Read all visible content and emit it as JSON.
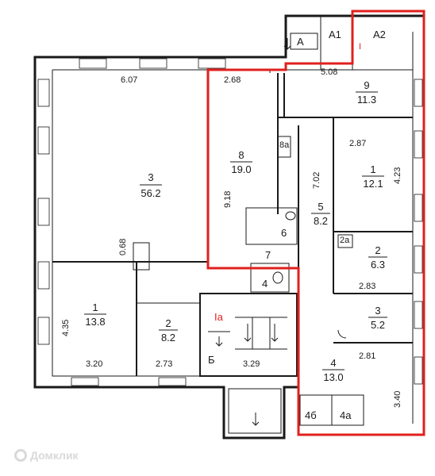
{
  "plan": {
    "rooms": [
      {
        "id": "3",
        "area": "56.2"
      },
      {
        "id": "8",
        "area": "19.0"
      },
      {
        "id": "9",
        "area": "11.3"
      },
      {
        "id": "1",
        "area": "12.1"
      },
      {
        "id": "5",
        "area": "8.2"
      },
      {
        "id": "2",
        "area": "6.3"
      },
      {
        "id": "3",
        "area": "5.2"
      },
      {
        "id": "4",
        "area": "13.0"
      },
      {
        "id": "1",
        "area": "13.8"
      },
      {
        "id": "2",
        "area": "8.2"
      }
    ],
    "labels": {
      "a": "А",
      "a1": "А1",
      "a2": "А2",
      "roman_one": "I",
      "stair_ia": "Ia",
      "stair_b": "Б",
      "r6": "6",
      "r7": "7",
      "r4": "4",
      "r8a": "8а",
      "r2a": "2а",
      "r4b": "4б",
      "r4a": "4а"
    },
    "dimensions": {
      "d607": "6.07",
      "d268": "2.68",
      "d508": "5.08",
      "d287": "2.87",
      "d702": "7.02",
      "d423": "4.23",
      "d918": "9.18",
      "d068": "0.68",
      "d435": "4.35",
      "d320": "3.20",
      "d273": "2.73",
      "d329": "3.29",
      "d283": "2.83",
      "d281": "2.81",
      "d340": "3.40"
    }
  },
  "watermark": {
    "text": "Домклик"
  },
  "colors": {
    "highlight": "#e0201e",
    "wall": "#1a1a1a"
  }
}
